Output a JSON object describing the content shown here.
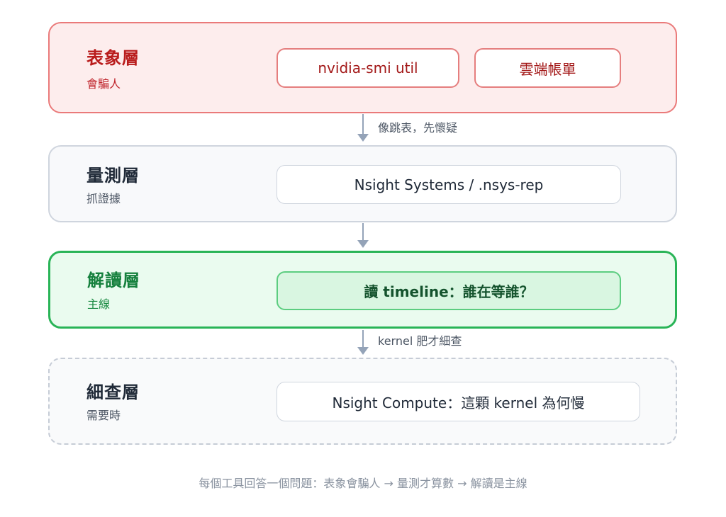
{
  "layers": {
    "surface": {
      "title": "表象層",
      "subtitle": "會騙人",
      "tools": [
        "nvidia-smi util",
        "雲端帳單"
      ]
    },
    "measure": {
      "title": "量測層",
      "subtitle": "抓證據",
      "tool": "Nsight Systems / .nsys-rep"
    },
    "interpret": {
      "title": "解讀層",
      "subtitle": "主線",
      "tool": "讀 timeline：誰在等誰？"
    },
    "detail": {
      "title": "細查層",
      "subtitle": "需要時",
      "tool": "Nsight Compute：這顆 kernel 為何慢"
    }
  },
  "connectors": {
    "surface_to_measure": "像跳表，先懷疑",
    "interpret_to_detail": "kernel 肥才細查"
  },
  "caption": "每個工具回答一個問題：表象會騙人 → 量測才算數 → 解讀是主線",
  "colors": {
    "surface_accent": "#ea7a7a",
    "interpret_accent": "#29b457",
    "neutral_border": "#cfd5de",
    "arrow": "#94a3b8"
  }
}
